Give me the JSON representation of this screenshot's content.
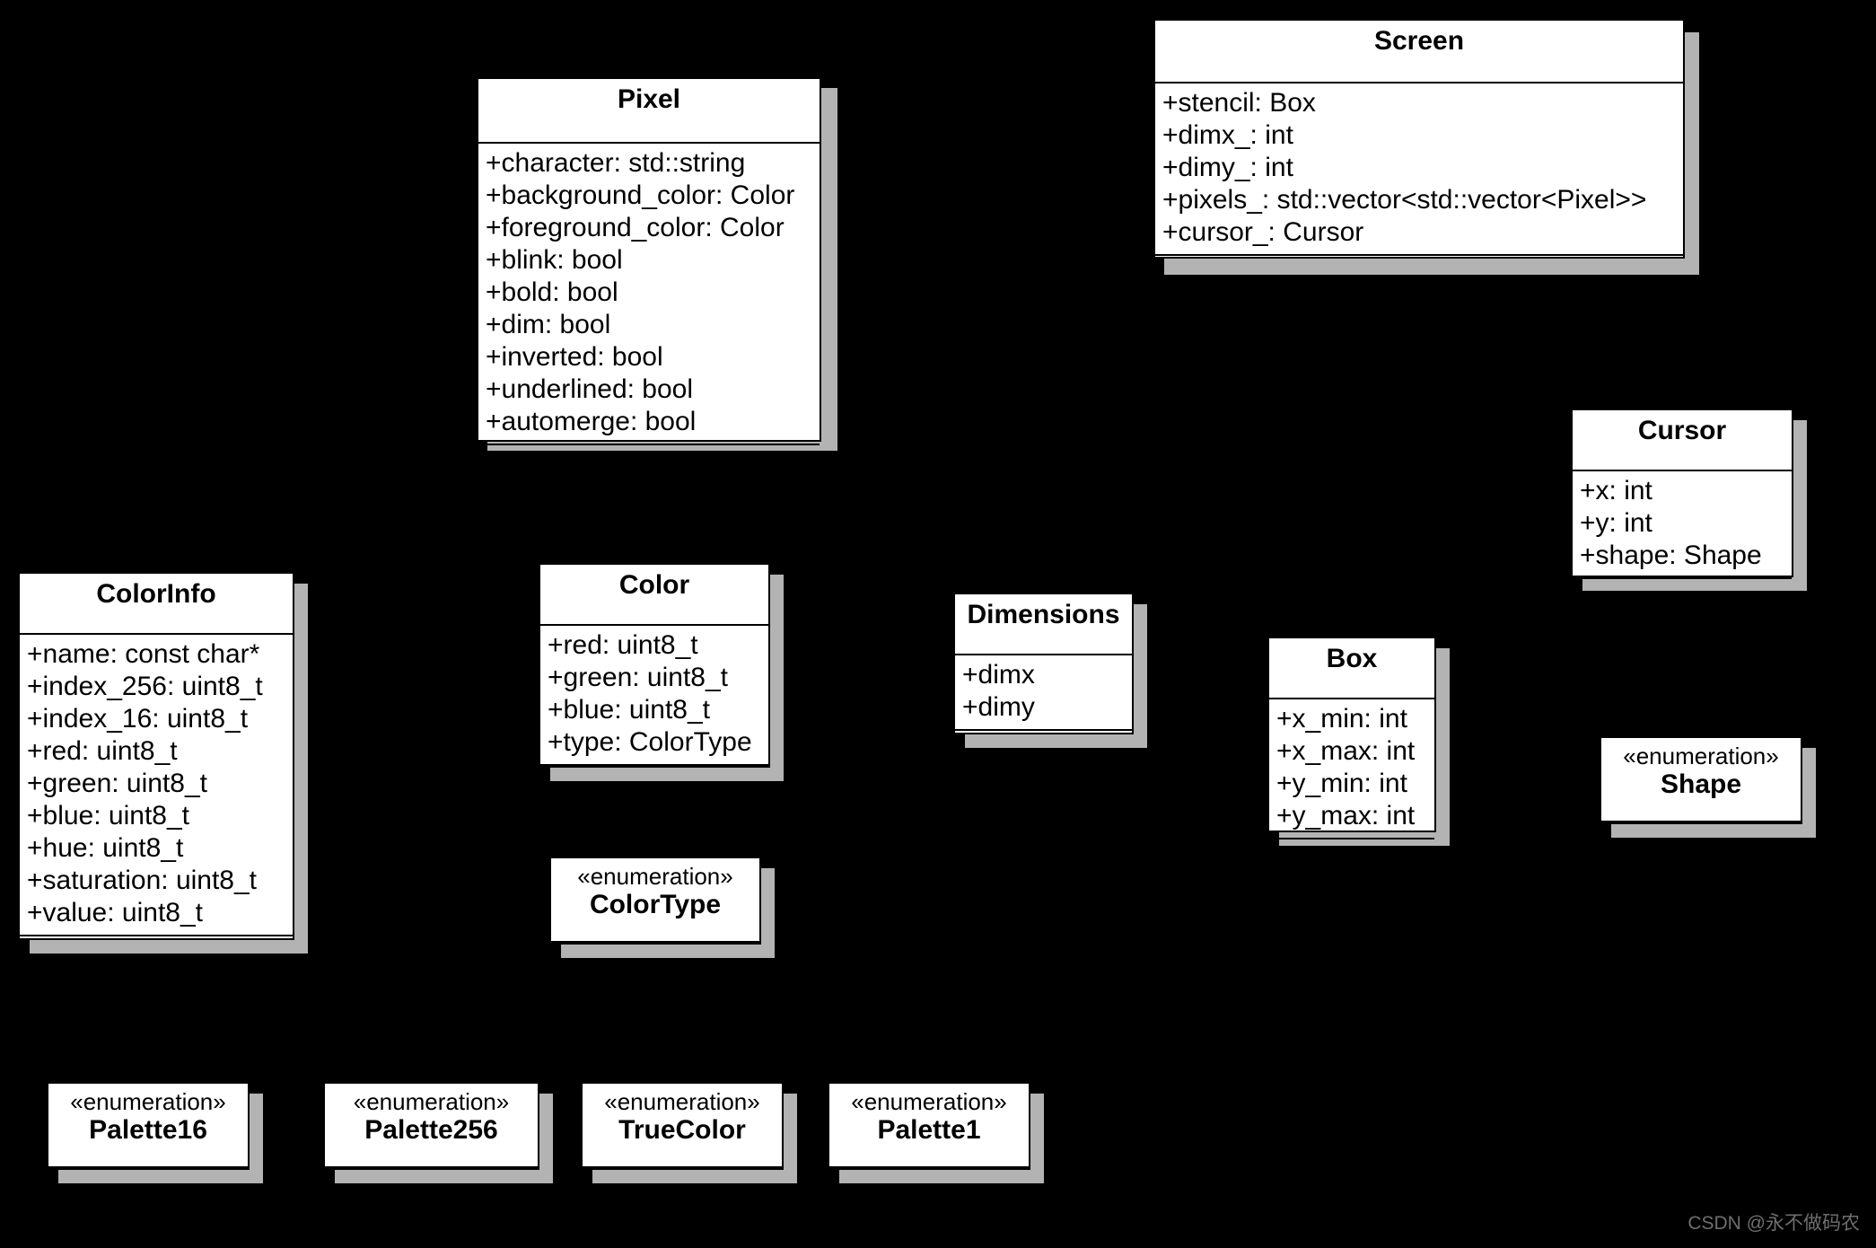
{
  "diagram": {
    "type": "uml-class-diagram",
    "background_color": "#000000",
    "box_fill_color": "#ffffff",
    "box_border_color": "#000000",
    "shadow_color": "#b3b3b3",
    "text_color": "#000000",
    "watermark": "CSDN @永不做码农"
  },
  "classes": [
    {
      "id": "pixel",
      "name": "Pixel",
      "stereotype": "",
      "attributes": [
        "+character: std::string",
        "+background_color: Color",
        "+foreground_color: Color",
        "+blink: bool",
        "+bold: bool",
        "+dim: bool",
        "+inverted: bool",
        "+underlined: bool",
        "+automerge: bool"
      ],
      "operations": []
    },
    {
      "id": "screen",
      "name": "Screen",
      "stereotype": "",
      "attributes": [
        "+stencil: Box",
        "+dimx_: int",
        "+dimy_: int",
        "+pixels_: std::vector<std::vector<Pixel>>",
        "+cursor_: Cursor"
      ],
      "operations": []
    },
    {
      "id": "cursor",
      "name": "Cursor",
      "stereotype": "",
      "attributes": [
        "+x: int",
        "+y: int",
        "+shape: Shape"
      ],
      "operations": []
    },
    {
      "id": "colorinfo",
      "name": "ColorInfo",
      "stereotype": "",
      "attributes": [
        "+name: const char*",
        "+index_256: uint8_t",
        "+index_16: uint8_t",
        "+red: uint8_t",
        "+green: uint8_t",
        "+blue: uint8_t",
        "+hue: uint8_t",
        "+saturation: uint8_t",
        "+value: uint8_t"
      ],
      "operations": []
    },
    {
      "id": "color",
      "name": "Color",
      "stereotype": "",
      "attributes": [
        "+red: uint8_t",
        "+green: uint8_t",
        "+blue: uint8_t",
        "+type: ColorType"
      ],
      "operations": []
    },
    {
      "id": "dimensions",
      "name": "Dimensions",
      "stereotype": "",
      "attributes": [
        "+dimx",
        "+dimy"
      ],
      "operations": []
    },
    {
      "id": "box",
      "name": "Box",
      "stereotype": "",
      "attributes": [
        "+x_min: int",
        "+x_max: int",
        "+y_min: int",
        "+y_max: int"
      ],
      "operations": []
    },
    {
      "id": "colortype",
      "name": "ColorType",
      "stereotype": "«enumeration»",
      "attributes": [],
      "operations": []
    },
    {
      "id": "shape",
      "name": "Shape",
      "stereotype": "«enumeration»",
      "attributes": [],
      "operations": []
    },
    {
      "id": "palette16",
      "name": "Palette16",
      "stereotype": "«enumeration»",
      "attributes": [],
      "operations": []
    },
    {
      "id": "palette256",
      "name": "Palette256",
      "stereotype": "«enumeration»",
      "attributes": [],
      "operations": []
    },
    {
      "id": "truecolor",
      "name": "TrueColor",
      "stereotype": "«enumeration»",
      "attributes": [],
      "operations": []
    },
    {
      "id": "palette1",
      "name": "Palette1",
      "stereotype": "«enumeration»",
      "attributes": [],
      "operations": []
    }
  ]
}
